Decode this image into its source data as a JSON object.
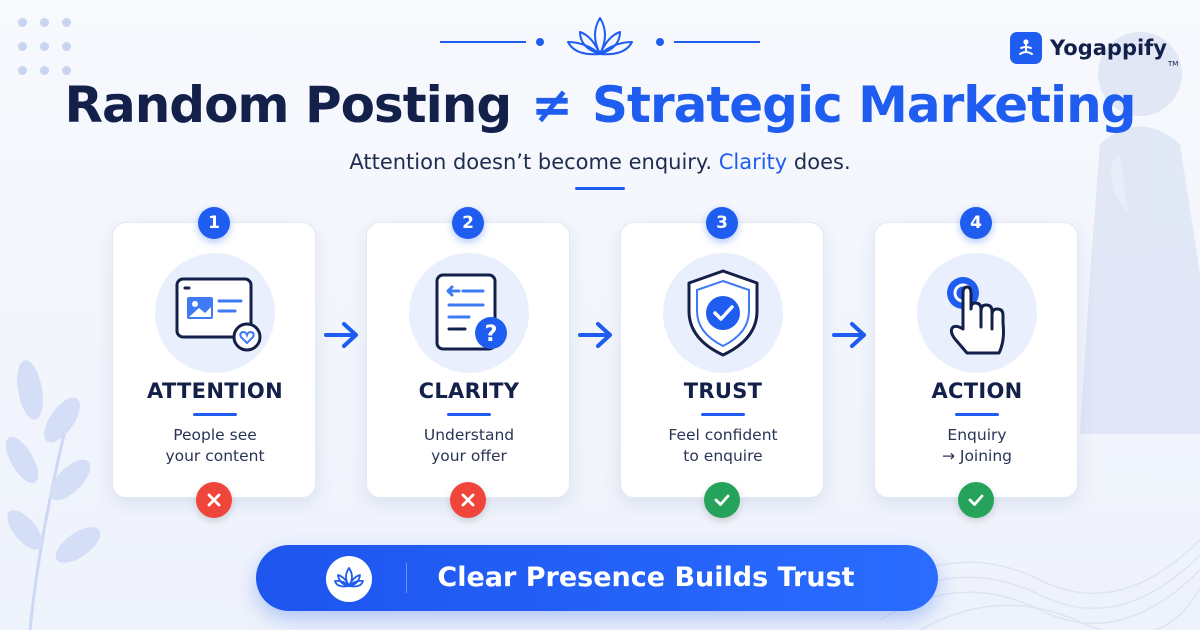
{
  "brand": {
    "name": "Yogappify",
    "tm": "TM"
  },
  "heading": {
    "left": "Random Posting",
    "symbol": "≠",
    "right": "Strategic Marketing"
  },
  "subtitle": {
    "part1": "Attention doesn’t become enquiry.",
    "highlight": "Clarity",
    "part2": "does."
  },
  "steps": [
    {
      "number": "1",
      "title": "ATTENTION",
      "desc1": "People see",
      "desc2": "your content",
      "status": "cross",
      "icon": "content-image-heart-icon"
    },
    {
      "number": "2",
      "title": "CLARITY",
      "desc1": "Understand",
      "desc2": "your offer",
      "status": "cross",
      "icon": "document-question-icon"
    },
    {
      "number": "3",
      "title": "TRUST",
      "desc1": "Feel confident",
      "desc2": "to enquire",
      "status": "check",
      "icon": "shield-check-icon"
    },
    {
      "number": "4",
      "title": "ACTION",
      "desc1": "Enquiry",
      "desc2": "→ Joining",
      "status": "check",
      "icon": "tap-hand-icon"
    }
  ],
  "cta": {
    "label": "Clear Presence Builds Trust"
  },
  "colors": {
    "primary": "#1f5cf0",
    "dark": "#13204a",
    "danger": "#f0453a",
    "success": "#25a35a"
  }
}
